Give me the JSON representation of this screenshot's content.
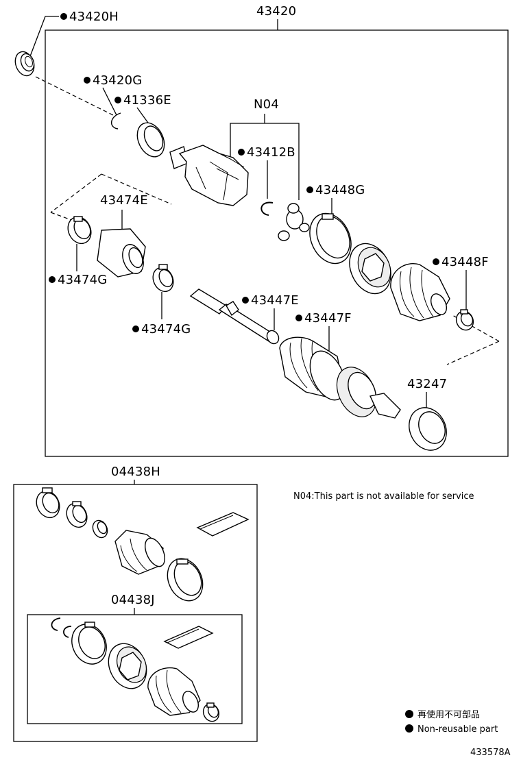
{
  "labels": {
    "p43420H": "43420H",
    "p43420": "43420",
    "p43420G": "43420G",
    "p41336E": "41336E",
    "pN04": "N04",
    "p43412B": "43412B",
    "p43448G": "43448G",
    "p43474E": "43474E",
    "p43474G_a": "43474G",
    "p43448F": "43448F",
    "p43447E": "43447E",
    "p43447F": "43447F",
    "p43474G_b": "43474G",
    "p43247": "43247",
    "p04438H": "04438H",
    "p04438J": "04438J"
  },
  "note": "N04:This part is not available for service",
  "legend": {
    "line1": "再使用不可部品",
    "line2": "Non-reusable part"
  },
  "figure_id": "433578A"
}
